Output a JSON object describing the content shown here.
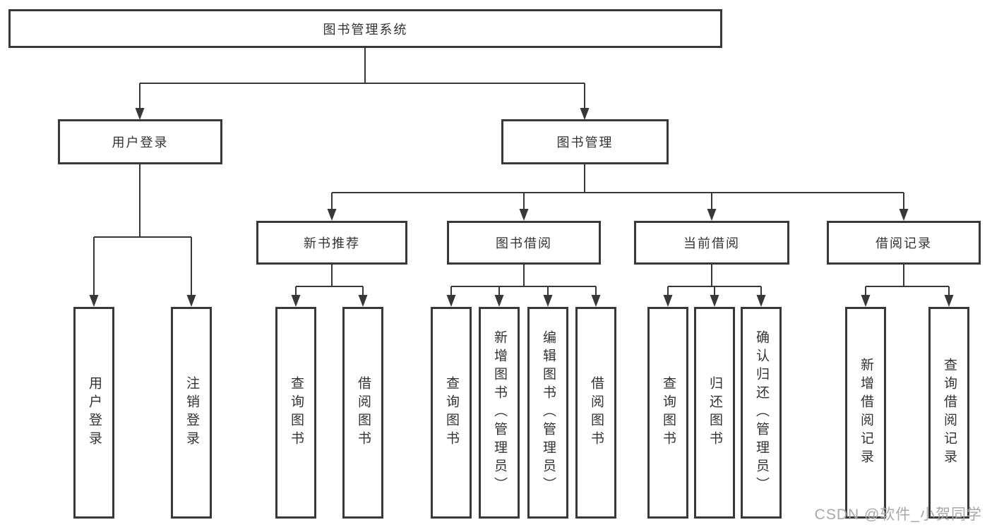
{
  "title_box": "图书管理系统",
  "branches": {
    "user_login": {
      "label": "用户登录",
      "children": [
        "用户登录",
        "注销登录"
      ]
    },
    "book_management": {
      "label": "图书管理",
      "sections": {
        "new_book_recommend": {
          "label": "新书推荐",
          "children": [
            "查询图书",
            "借阅图书"
          ]
        },
        "book_borrow": {
          "label": "图书借阅",
          "children": [
            "查询图书",
            "新增图书（管理员）",
            "编辑图书（管理员）",
            "借阅图书"
          ]
        },
        "current_borrow": {
          "label": "当前借阅",
          "children": [
            "查询图书",
            "归还图书",
            "确认归还（管理员）"
          ]
        },
        "borrow_records": {
          "label": "借阅记录",
          "children": [
            "新增借阅记录",
            "查询借阅记录"
          ]
        }
      }
    }
  },
  "watermark": "CSDN @软件_小贺同学",
  "colors": {
    "line": "#383838",
    "border": "#383838",
    "text": "#333333",
    "watermark": "#a8a8a8",
    "background": "#ffffff"
  }
}
